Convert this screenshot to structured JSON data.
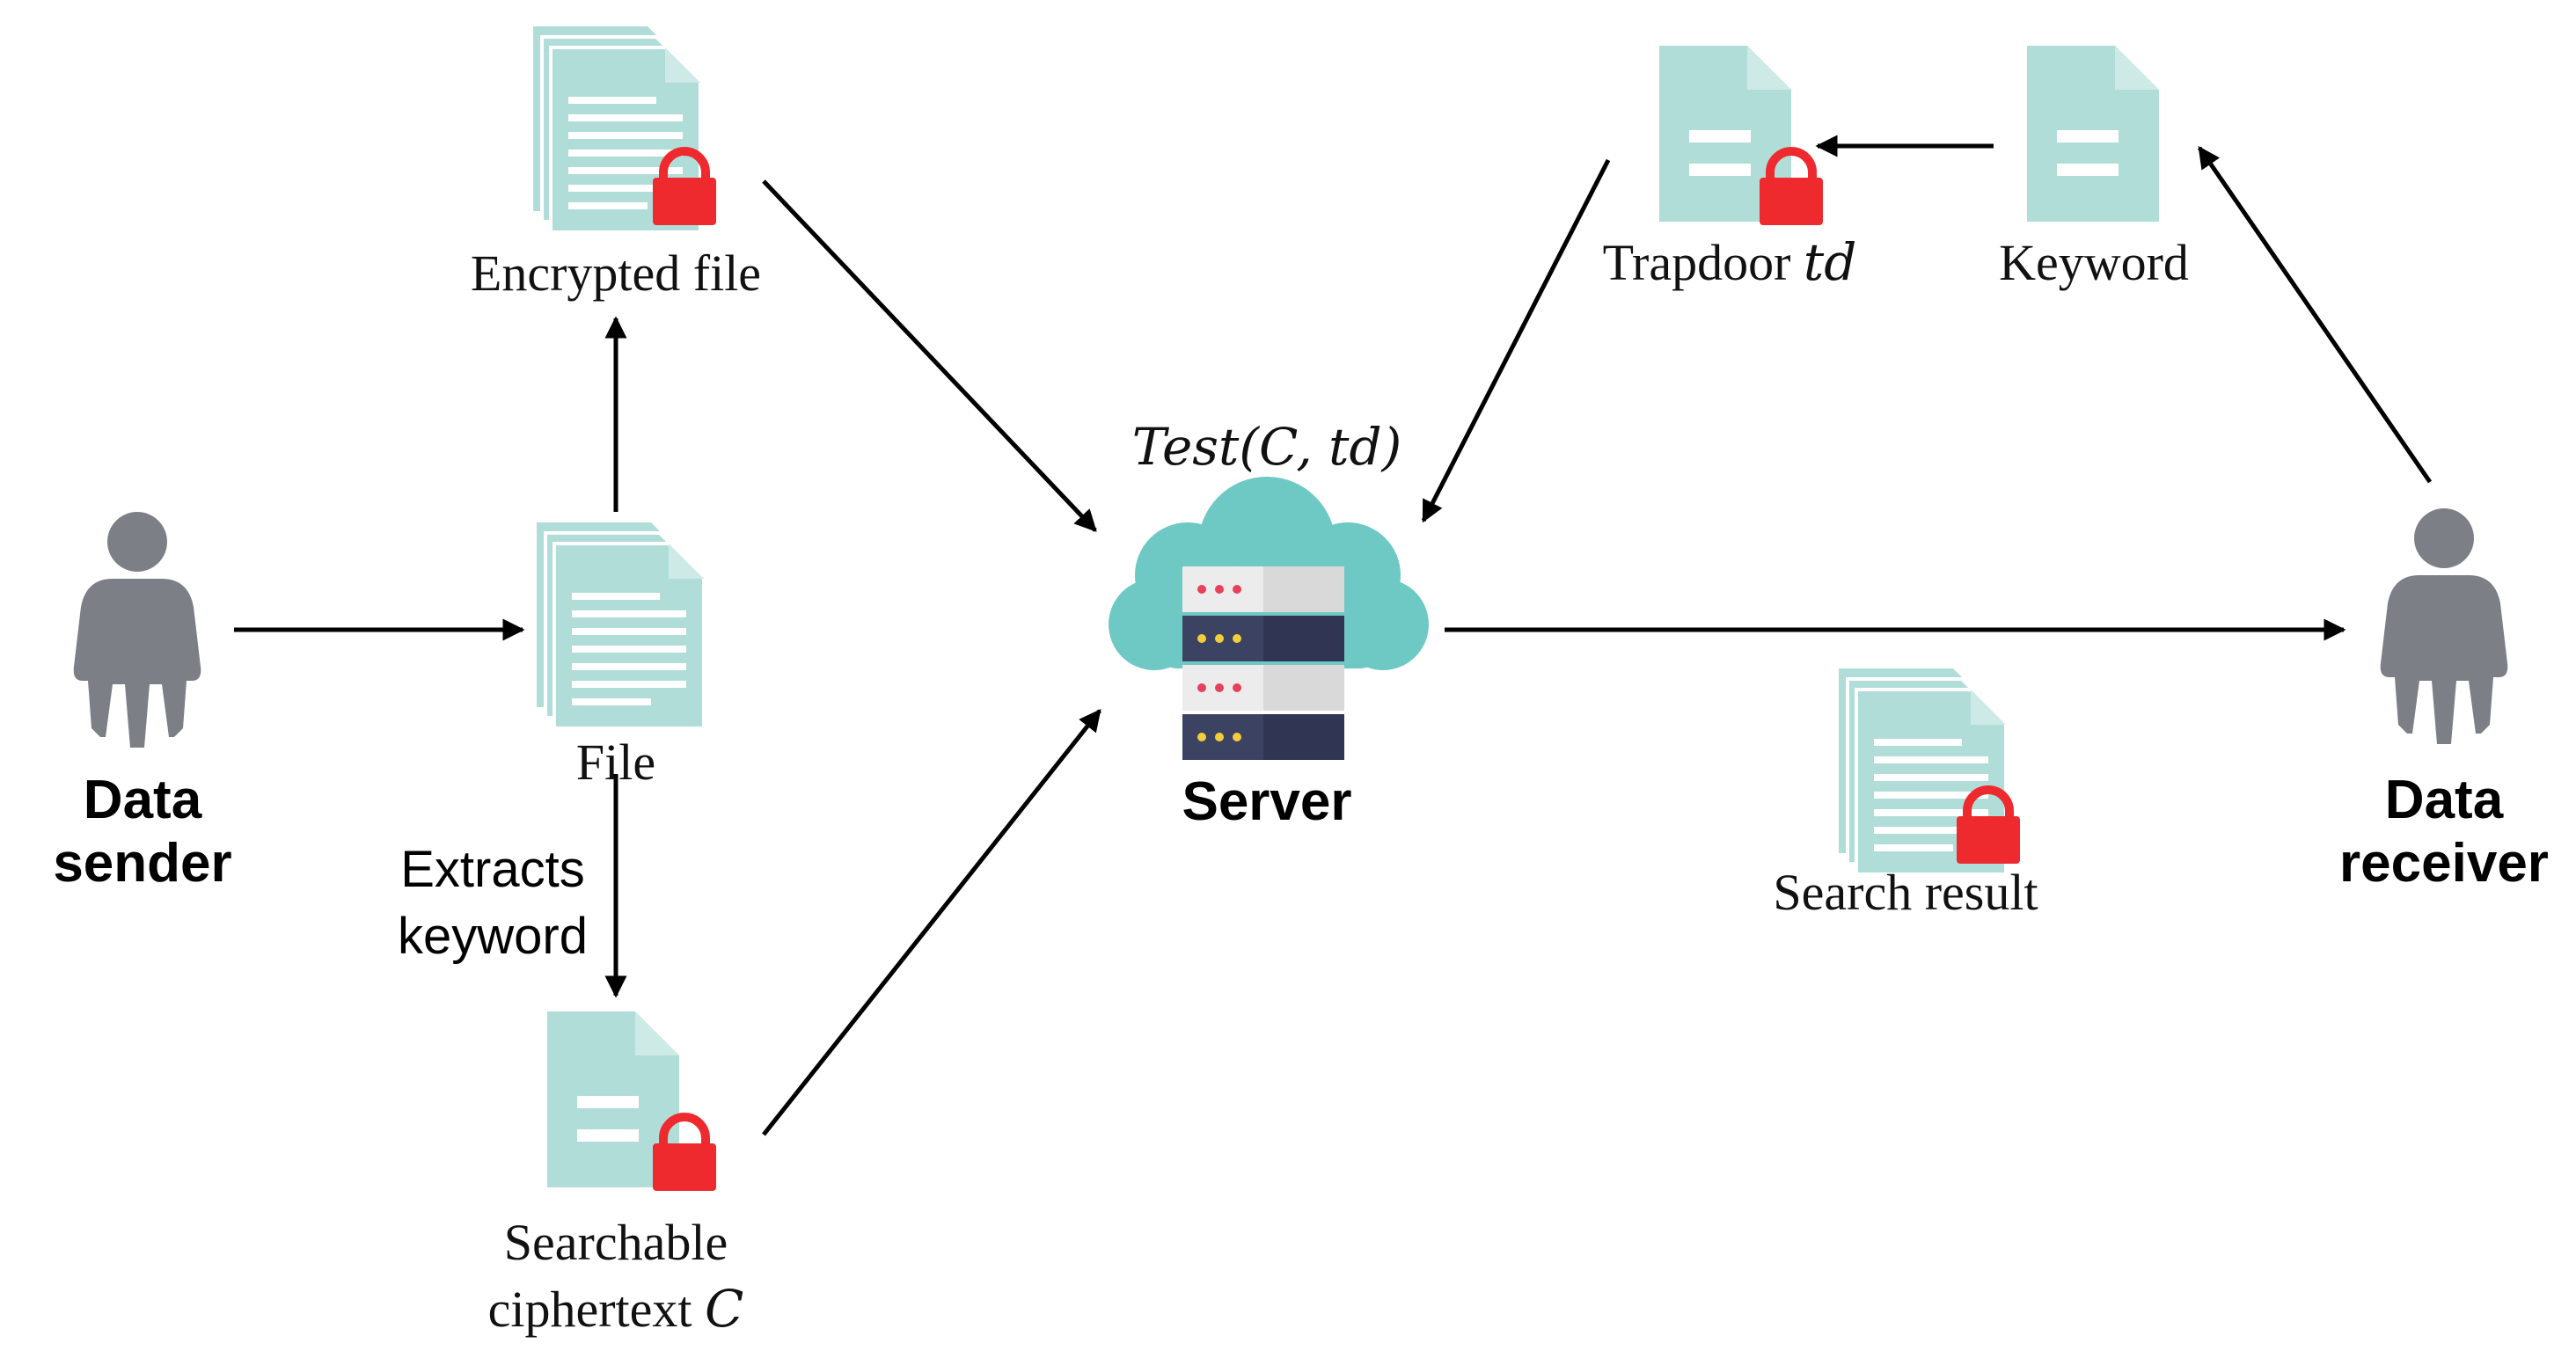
{
  "colors": {
    "doc_fill": "#b1ddd9",
    "doc_fold": "#cdeae7",
    "doc_line": "#ffffff",
    "lock": "#ee2a2f",
    "person": "#7c7f86",
    "cloud": "#6ec8c4",
    "cloud_dark": "#4fb8b1",
    "server_light": "#d9d9d9",
    "server_dark": "#3c4262",
    "led_red": "#e8405a",
    "led_yellow": "#f2cf3a",
    "arrow": "#000000"
  },
  "icons": {
    "person": "person-icon",
    "document": "document-icon",
    "document_stack": "document-stack-icon",
    "lock": "lock-icon",
    "server": "cloud-server-icon"
  },
  "actors": {
    "sender": {
      "line1": "Data",
      "line2": "sender"
    },
    "receiver": {
      "line1": "Data",
      "line2": "receiver"
    },
    "server": {
      "label": "Server",
      "test_label": "Test(C, td)"
    }
  },
  "labels": {
    "encrypted_file": "Encrypted file",
    "file": "File",
    "extracts_line1": "Extracts",
    "extracts_line2": "keyword",
    "searchable_line1": "Searchable",
    "searchable_line2_text": "ciphertext ",
    "searchable_line2_math": "C",
    "trapdoor_text": "Trapdoor ",
    "trapdoor_math": "td",
    "keyword": "Keyword",
    "search_result": "Search result"
  }
}
